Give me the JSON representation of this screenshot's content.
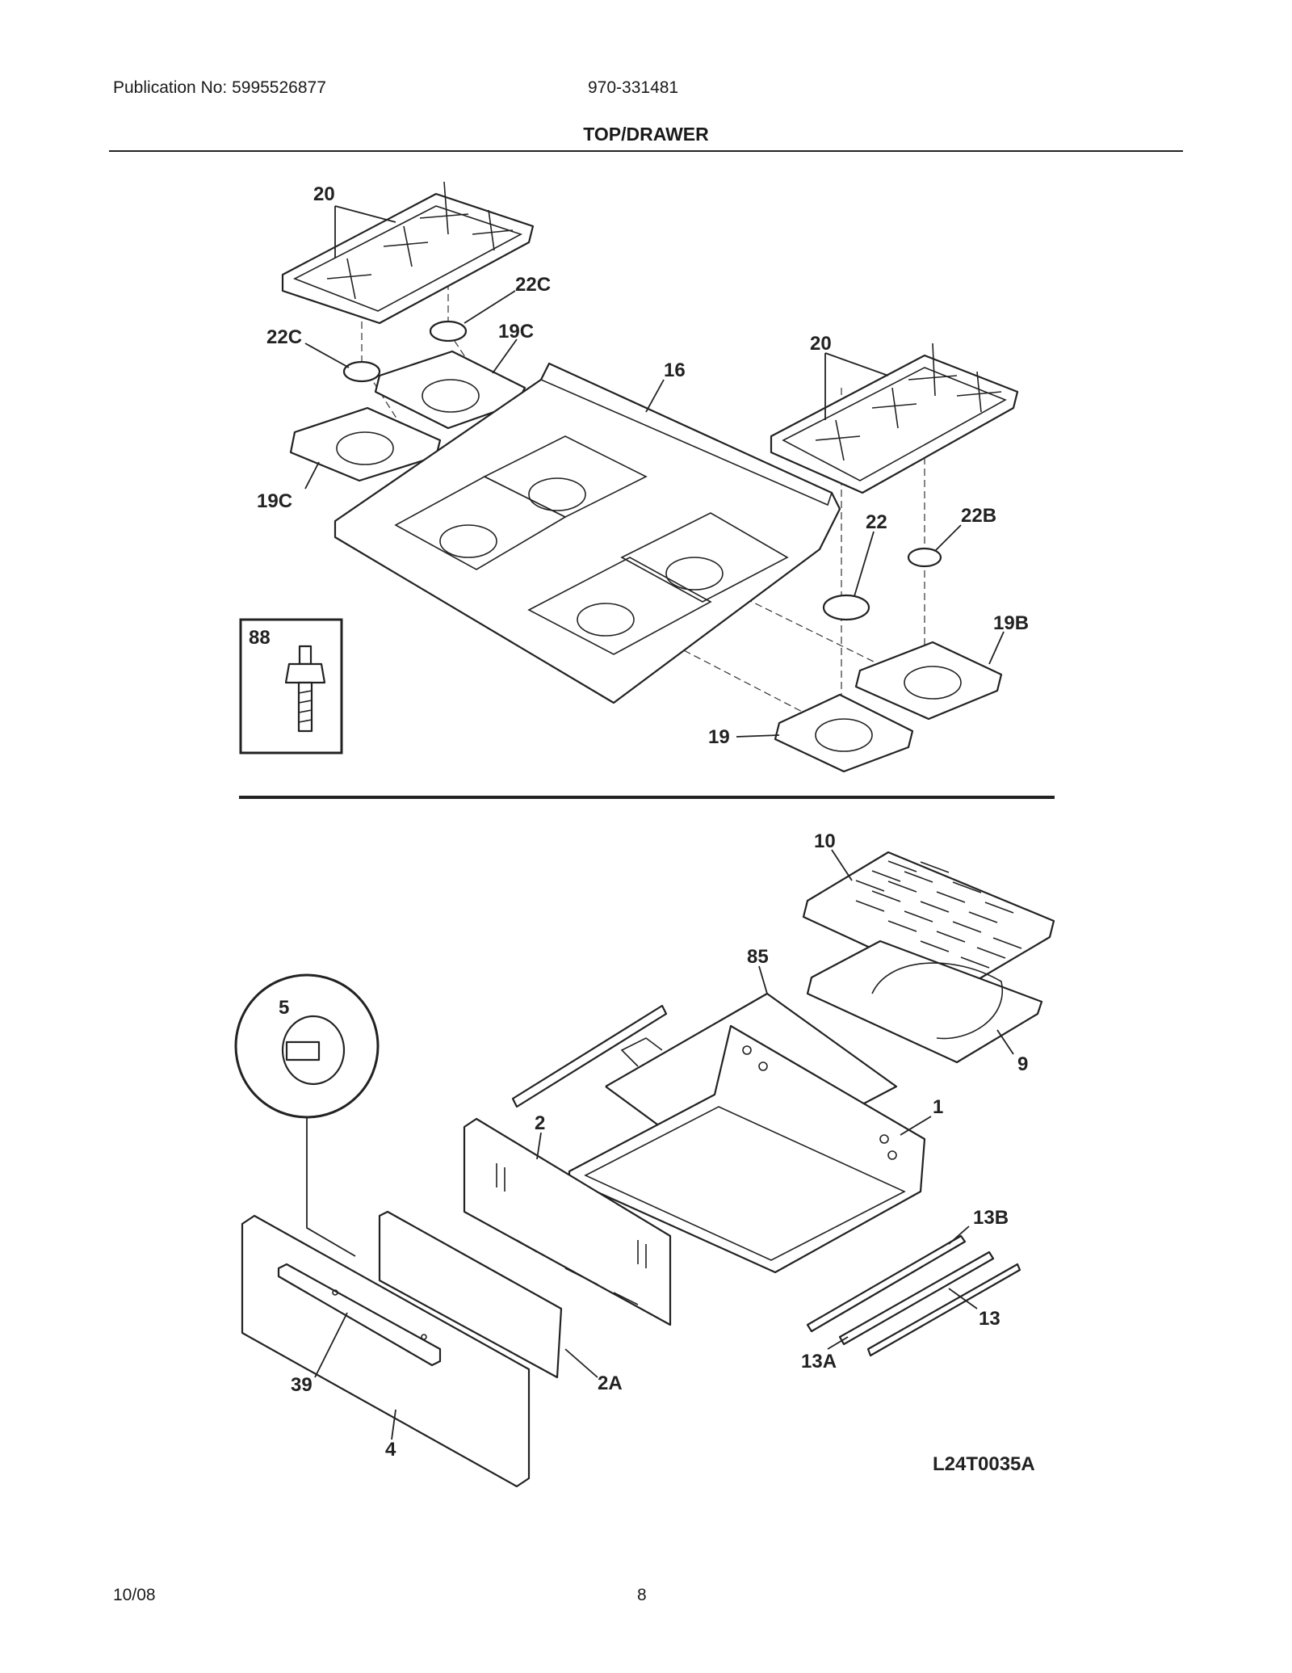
{
  "header": {
    "publication": "Publication No: 5995526877",
    "model": "970-331481",
    "title": "TOP/DRAWER"
  },
  "footer": {
    "date": "10/08",
    "page": "8"
  },
  "diagram_code": "L24T0035A",
  "callouts": {
    "grate_left": "20",
    "cap_left_rear": "22C",
    "pan_left_rear": "19C",
    "cap_left_front": "22C",
    "pan_left_front": "19C",
    "cooktop": "16",
    "grate_right": "20",
    "cap_right_front": "22",
    "cap_right_rear": "22B",
    "pan_right_rear": "19B",
    "pan_right_front": "19",
    "screw": "88",
    "broiler_insert": "10",
    "broiler_pan": "9",
    "pan_support": "85",
    "clip": "5",
    "drawer_back": "2",
    "drawer_body": "1",
    "drawer_front": "2A",
    "slide_right": "13B",
    "slide_rail": "13",
    "slide_left": "13A",
    "handle": "39",
    "panel": "4"
  }
}
